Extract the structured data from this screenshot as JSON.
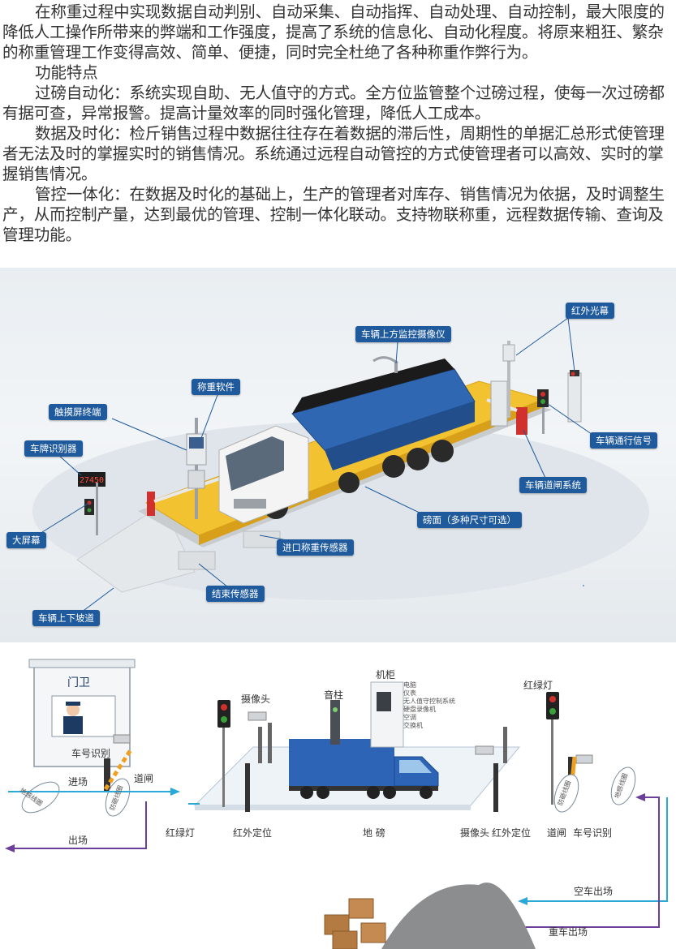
{
  "paragraphs": [
    "在称重过程中实现数据自动判别、自动采集、自动指挥、自动处理、自动控制，最大限度的降低人工操作所带来的弊端和工作强度，提高了系统的信息化、自动化程度。将原来粗狂、繁杂的称重管理工作变得高效、简单、便捷，同时完全杜绝了各种称重作弊行为。",
    "功能特点",
    "过磅自动化：系统实现自助、无人值守的方式。全方位监管整个过磅过程，使每一次过磅都有据可查，异常报警。提高计量效率的同时强化管理，降低人工成本。",
    "数据及时化：检斤销售过程中数据往往存在着数据的滞后性，周期性的单据汇总形式使管理者无法及时的掌握实时的销售情况。系统通过远程自动管控的方式使管理者可以高效、实时的掌握销售情况。",
    "管控一体化：在数据及时化的基础上，生产的管理者对库存、销售情况为依据，及时调整生产，从而控制产量，达到最优的管理、控制一体化联动。支持物联称重，远程数据传输、查询及管理功能。"
  ],
  "scene1": {
    "labels": {
      "top_camera": "车辆上方监控摄像仪",
      "infrared_curtain": "红外光幕",
      "software": "称重软件",
      "touchscreen": "触摸屏终端",
      "plate_recognizer": "车牌识别器",
      "big_screen": "大屏幕",
      "traffic_signal": "车辆通行信号",
      "barrier_system": "车辆道闸系统",
      "platform": "磅面（多种尺寸可选）",
      "entry_sensor": "进口称重传感器",
      "exit_sensor": "结束传感器",
      "ramp": "车辆上下坡道"
    },
    "screen_digits": "27450"
  },
  "scene2": {
    "guard_label": "门卫",
    "plate_id_left": "车号识别",
    "barrier_left": "道闸",
    "enter": "进场",
    "exit": "出场",
    "coil_left_a": "地感线圈",
    "coil_left_b": "防砸线圈",
    "camera_label": "摄像头",
    "speaker_label": "音柱",
    "cabinet_label": "机柜",
    "cabinet_items": [
      "电脑",
      "仪表",
      "无人值守控制系统",
      "硬盘录像机",
      "空调",
      "交换机"
    ],
    "traffic_light_right": "红绿灯",
    "bottom_traffic_light": "红绿灯",
    "bottom_infrared_left": "红外定位",
    "bottom_scale": "地 磅",
    "bottom_camera": "摄像头",
    "bottom_infrared_right": "红外定位",
    "bottom_barrier": "道闸",
    "bottom_plate_id": "车号识别",
    "coil_right_a": "防砸线圈",
    "coil_right_b": "地感线圈",
    "empty_exit": "空车出场",
    "heavy_exit": "重车出场"
  }
}
